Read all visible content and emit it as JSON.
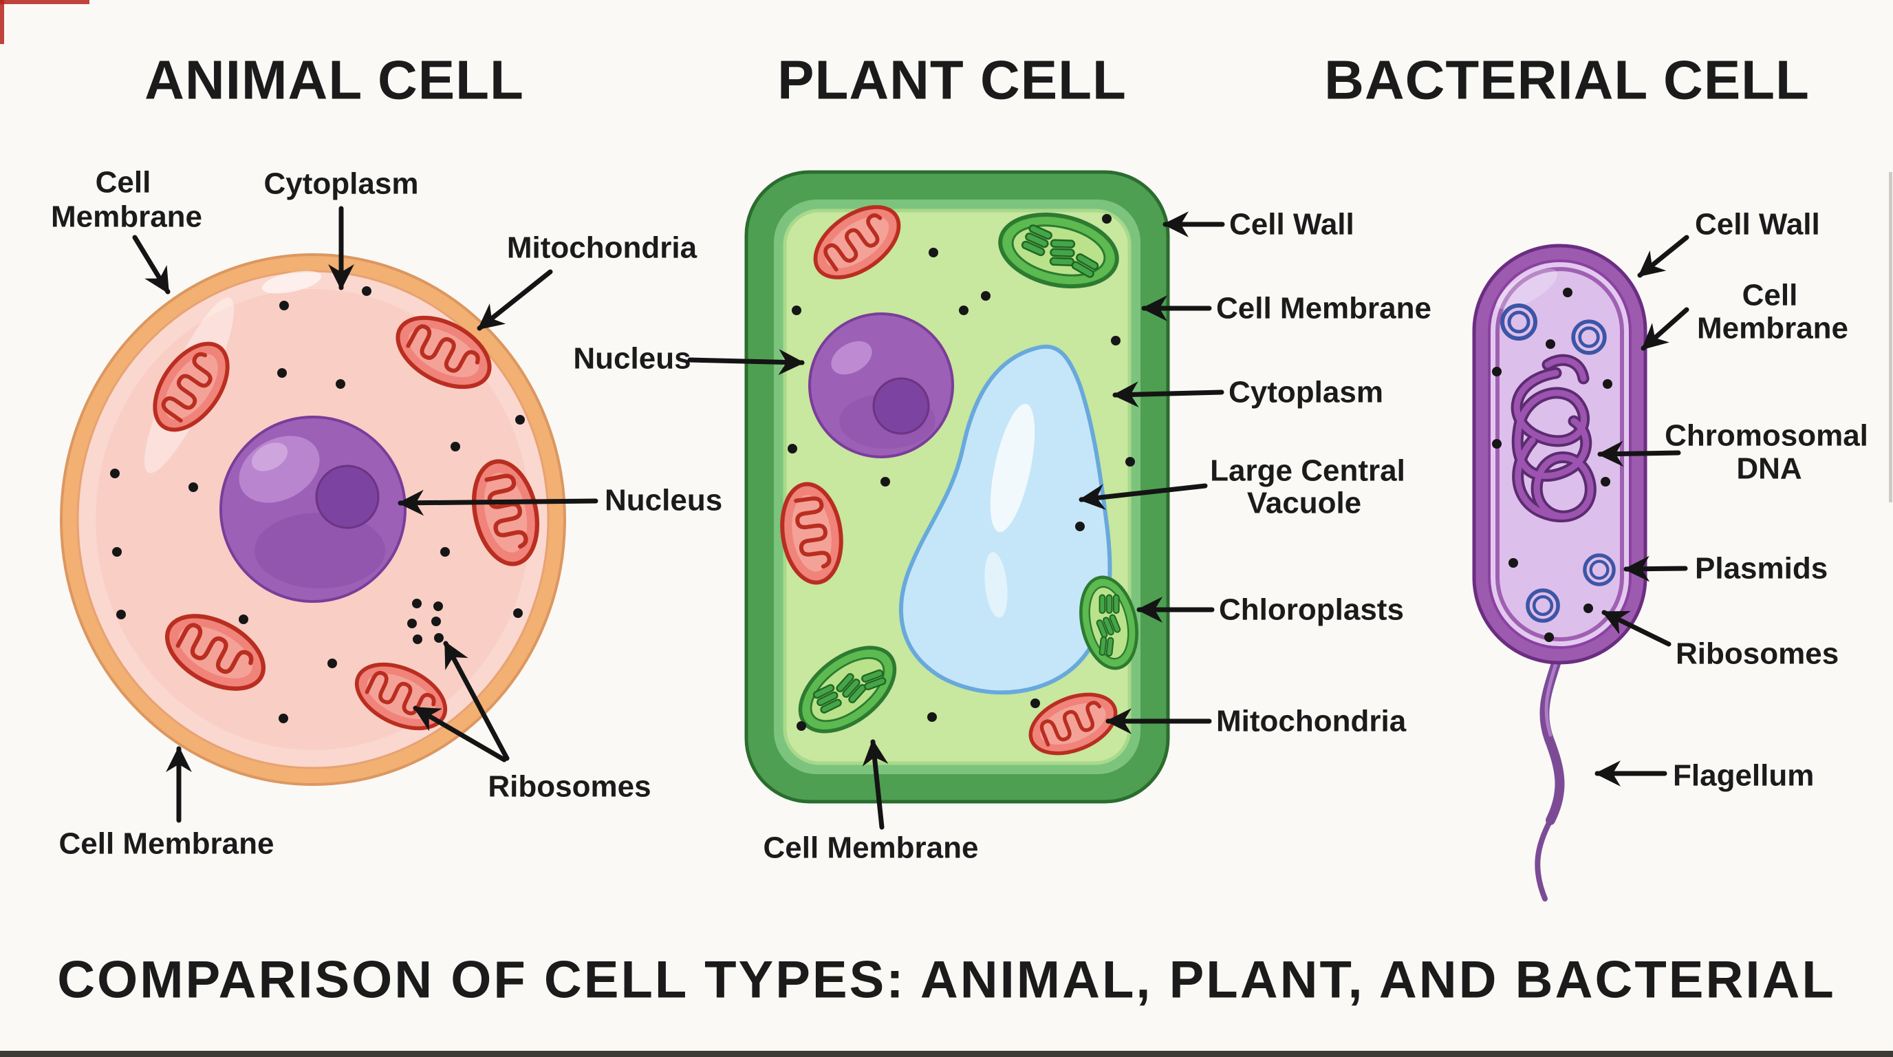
{
  "titles": {
    "animal": "ANIMAL CELL",
    "plant": "PLANT CELL",
    "bacterial": "BACTERIAL CELL"
  },
  "caption": "COMPARISON OF CELL TYPES: ANIMAL, PLANT, AND BACTERIAL",
  "labels": {
    "animal": {
      "membrane_top1": "Cell",
      "membrane_top2": "Membrane",
      "cytoplasm": "Cytoplasm",
      "mitochondria": "Mitochondria",
      "nucleus": "Nucleus",
      "ribosomes": "Ribosomes",
      "membrane_bottom": "Cell Membrane"
    },
    "plant": {
      "nucleus": "Nucleus",
      "wall": "Cell Wall",
      "membrane": "Cell Membrane",
      "cytoplasm": "Cytoplasm",
      "vacuole1": "Large Central",
      "vacuole2": "Vacuole",
      "chloroplasts": "Chloroplasts",
      "mitochondria": "Mitochondria",
      "membrane_bottom": "Cell Membrane"
    },
    "bacterial": {
      "wall": "Cell Wall",
      "membrane1": "Cell",
      "membrane2": "Membrane",
      "dna1": "Chromosomal",
      "dna2": "DNA",
      "plasmids": "Plasmids",
      "ribosomes": "Ribosomes",
      "flagellum": "Flagellum"
    }
  },
  "colors": {
    "background": "#FAF9F6",
    "text": "#1B1B1B",
    "arrow": "#141414",
    "animal": {
      "membrane_outer": "#F2B073",
      "membrane_edge": "#DC9760",
      "membrane_inner_ring": "#FAD8CF",
      "cytoplasm": "#F8CEC5",
      "nucleus": "#9C60B6",
      "nucleus_highlight": "#BE8AD2",
      "nucleolus": "#7C43A0",
      "mitochondrion_fill": "#F0837A",
      "mitochondrion_inner": "#F5A89E",
      "mitochondrion_edge": "#B92E20",
      "ribosome_dot": "#161616"
    },
    "plant": {
      "wall": "#4E9F52",
      "wall_edge": "#2B6C2F",
      "membrane_band": "#7CC47E",
      "cytoplasm": "#C8E79F",
      "vacuole": "#C5E6F8",
      "vacuole_edge": "#68A9DC",
      "chloroplast_outer": "#5CBA50",
      "chloroplast_inner": "#B9E28A",
      "chloroplast_edge": "#2D7A31",
      "grana": "#45A549",
      "nucleus": "#9C60B6",
      "nucleolus": "#7C43A0"
    },
    "bacterial": {
      "wall": "#9C5BAE",
      "wall_edge": "#6B2D82",
      "periplasm_gap": "#E3C9EF",
      "membrane_line": "#A060B2",
      "cytoplasm": "#DDBFEB",
      "dna": "#9C54B0",
      "dna_edge": "#5B2C6F",
      "plasmid_ring": "#3D55A5",
      "flagellum": "#7D4B96"
    }
  }
}
